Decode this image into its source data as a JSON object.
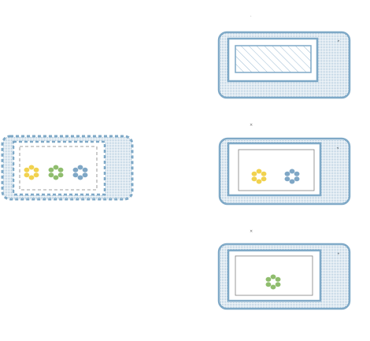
{
  "diagram": {
    "colors": {
      "frame_stroke": "#7fa9c7",
      "frame_fill": "#f3f7fa",
      "screen_fill": "#ffffff",
      "hatch": "#9bbbd3",
      "inner_stroke": "#808080",
      "dots_yellow": "#f1d24f",
      "dots_green": "#8fbd6d",
      "dots_blue": "#7fa7c6"
    },
    "source": {
      "style": "dashed",
      "groups": [
        "yellow",
        "green",
        "blue"
      ]
    },
    "outputs": [
      {
        "content": "hatched",
        "marker": "·"
      },
      {
        "content": "groups",
        "groups": [
          "yellow",
          "blue"
        ],
        "marker": "×"
      },
      {
        "content": "groups",
        "groups": [
          "green"
        ],
        "marker": "×"
      }
    ]
  }
}
